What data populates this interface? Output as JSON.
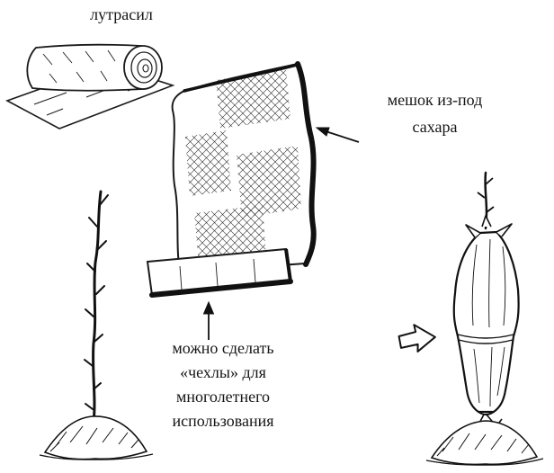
{
  "figure": {
    "colors": {
      "ink": "#1a1a1a",
      "paper": "#ffffff"
    }
  },
  "labels": {
    "lutrasil": "лутрасил",
    "sack": {
      "line1": "мешок из-под",
      "line2": "сахара"
    },
    "covers": {
      "line1": "можно сделать",
      "line2": "«чехлы» для",
      "line3": "многолетнего",
      "line4": "использования"
    }
  },
  "icons": {
    "label_arrow": "arrow-pointing-left-to-sack",
    "up_arrow": "arrow-pointing-up-to-sack-cuff",
    "hollow_arrow": "outlined-arrow-pointing-right-to-covered-sapling"
  }
}
